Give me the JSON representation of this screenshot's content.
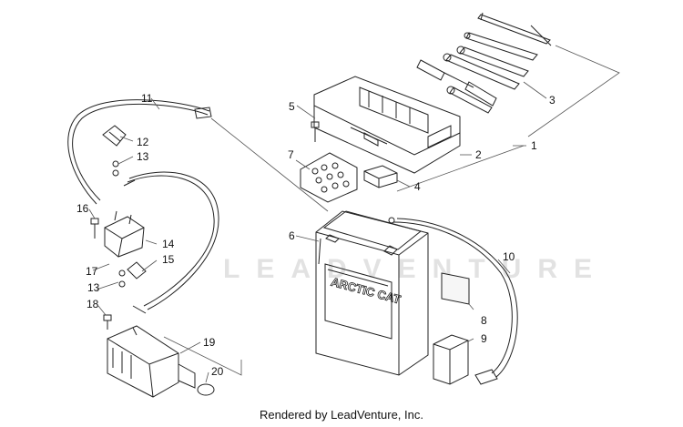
{
  "diagram": {
    "watermark": "LEADVENTURE",
    "footer": "Rendered by LeadVenture, Inc.",
    "battery_brand": "ARCTIC CAT",
    "callouts": [
      "1",
      "2",
      "3",
      "4",
      "5",
      "6",
      "7",
      "8",
      "9",
      "10",
      "11",
      "12",
      "13",
      "13",
      "14",
      "15",
      "16",
      "17",
      "18",
      "19",
      "20"
    ]
  },
  "colors": {
    "line": "#222222",
    "leader": "#555555",
    "watermark": "#e2e2e2",
    "pad": "#f2d9a8"
  }
}
